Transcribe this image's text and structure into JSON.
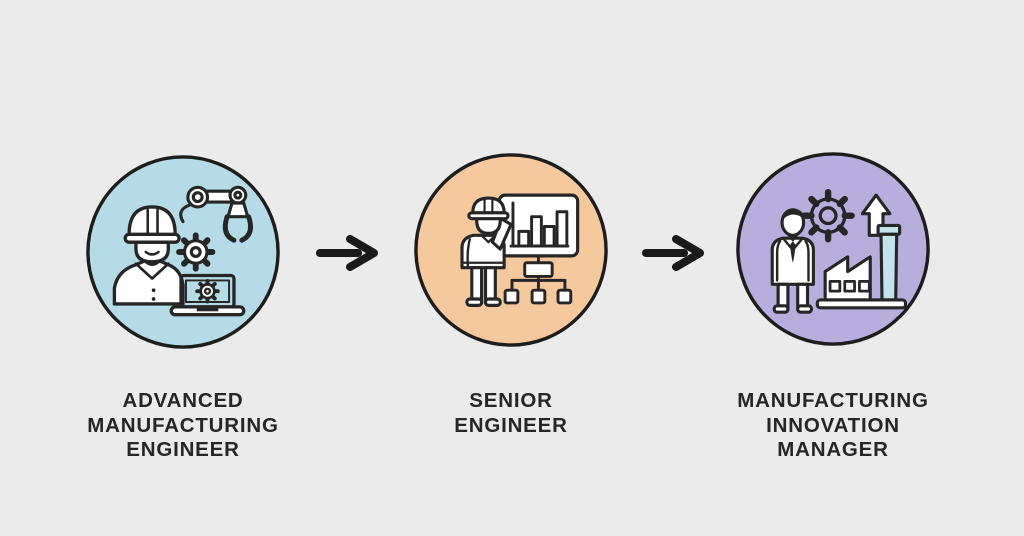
{
  "diagram": {
    "type": "career-progression-flow",
    "background_color": "#ebebeb",
    "outline_color": "#1d1d1d",
    "arrow_color": "#1a1a1a",
    "label_color": "#262626",
    "stages": [
      {
        "id": "advanced-manufacturing-engineer",
        "label_lines": [
          "ADVANCED",
          "MANUFACTURING",
          "ENGINEER"
        ],
        "circle_color": "#b4dbe6",
        "icon": "engineer-hardhat-robot-arm-gear-laptop-icon"
      },
      {
        "id": "senior-engineer",
        "label_lines": [
          "SENIOR",
          "ENGINEER"
        ],
        "circle_color": "#f6c89e",
        "icon": "engineer-presenting-bar-chart-org-tree-icon"
      },
      {
        "id": "manufacturing-innovation-manager",
        "label_lines": [
          "MANUFACTURING",
          "INNOVATION",
          "MANAGER"
        ],
        "circle_color": "#b7aede",
        "accent_color": "#c3e2ec",
        "icon": "manager-gear-growth-arrow-factory-icon"
      }
    ]
  }
}
